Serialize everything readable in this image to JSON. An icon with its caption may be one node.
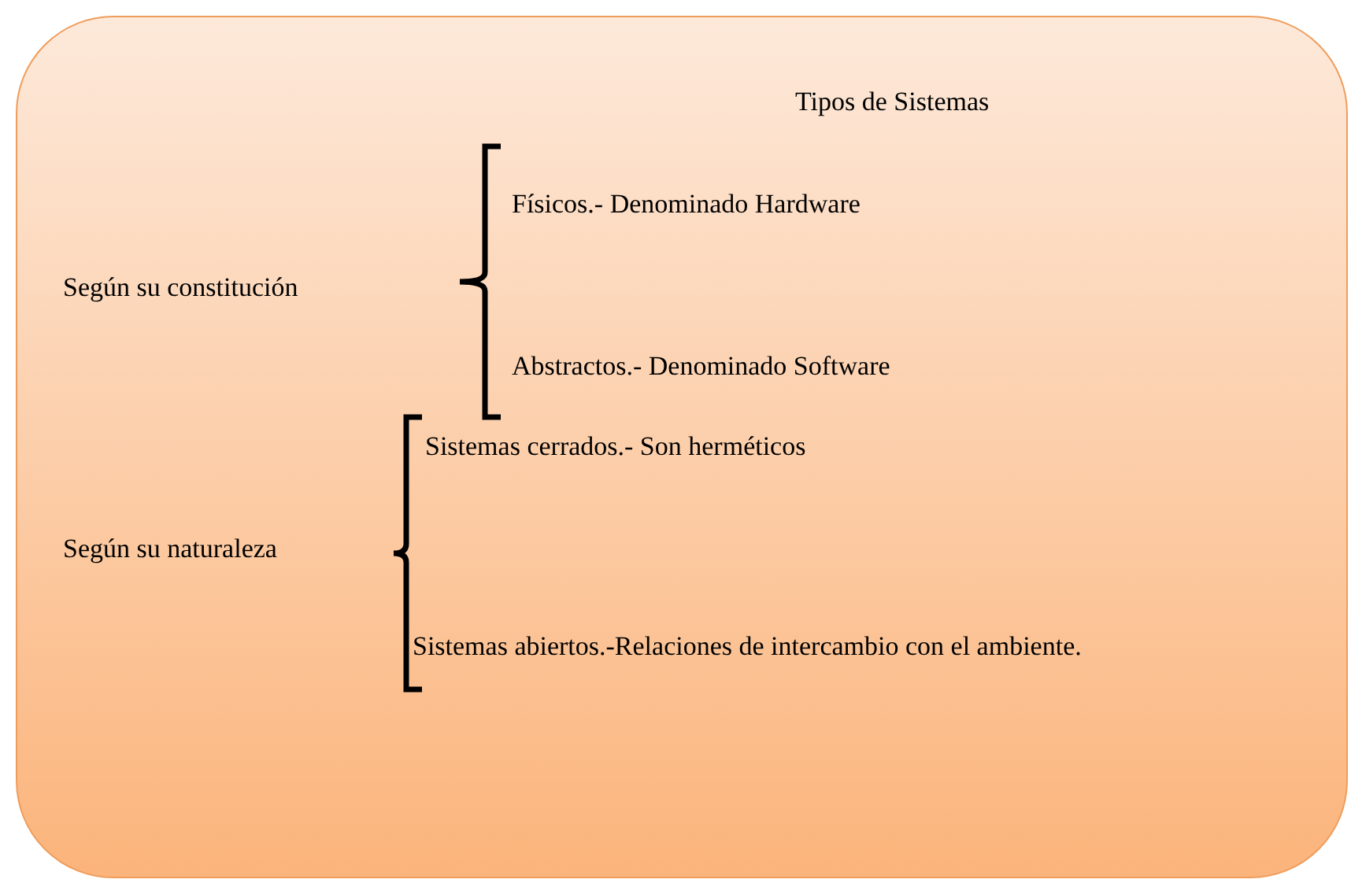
{
  "diagram": {
    "nodes": [
      {
        "text": [
          "Tipos de Sistemas"
        ]
      }
    ],
    "labels": [
      "Físicos.- Denominado Hardware",
      "Según su constitución",
      "Abstractos.- Denominado Software",
      "Sistemas cerrados.- Son herméticos",
      "Según su naturaleza",
      "Sistemas abiertos.-Relaciones de intercambio con el ambiente."
    ]
  }
}
